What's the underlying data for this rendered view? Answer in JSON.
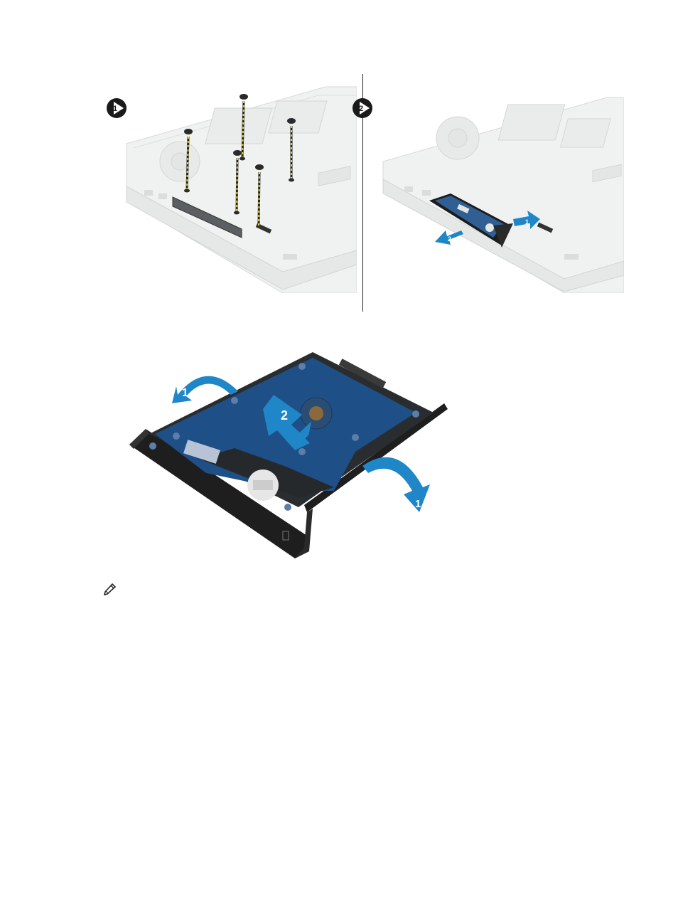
{
  "figures": {
    "top_left": {
      "step_badge": "1"
    },
    "top_right": {
      "step_badge": "2",
      "arrow_labels": [
        "1",
        "2"
      ]
    },
    "bottom": {
      "arrow_labels": [
        "1",
        "2",
        "1"
      ]
    }
  },
  "note": {
    "icon": "pencil-note-icon"
  },
  "colors": {
    "arrow_blue": "#1f86c7",
    "board_blue": "#1e4f86",
    "badge_dark": "#1a1a1a"
  }
}
